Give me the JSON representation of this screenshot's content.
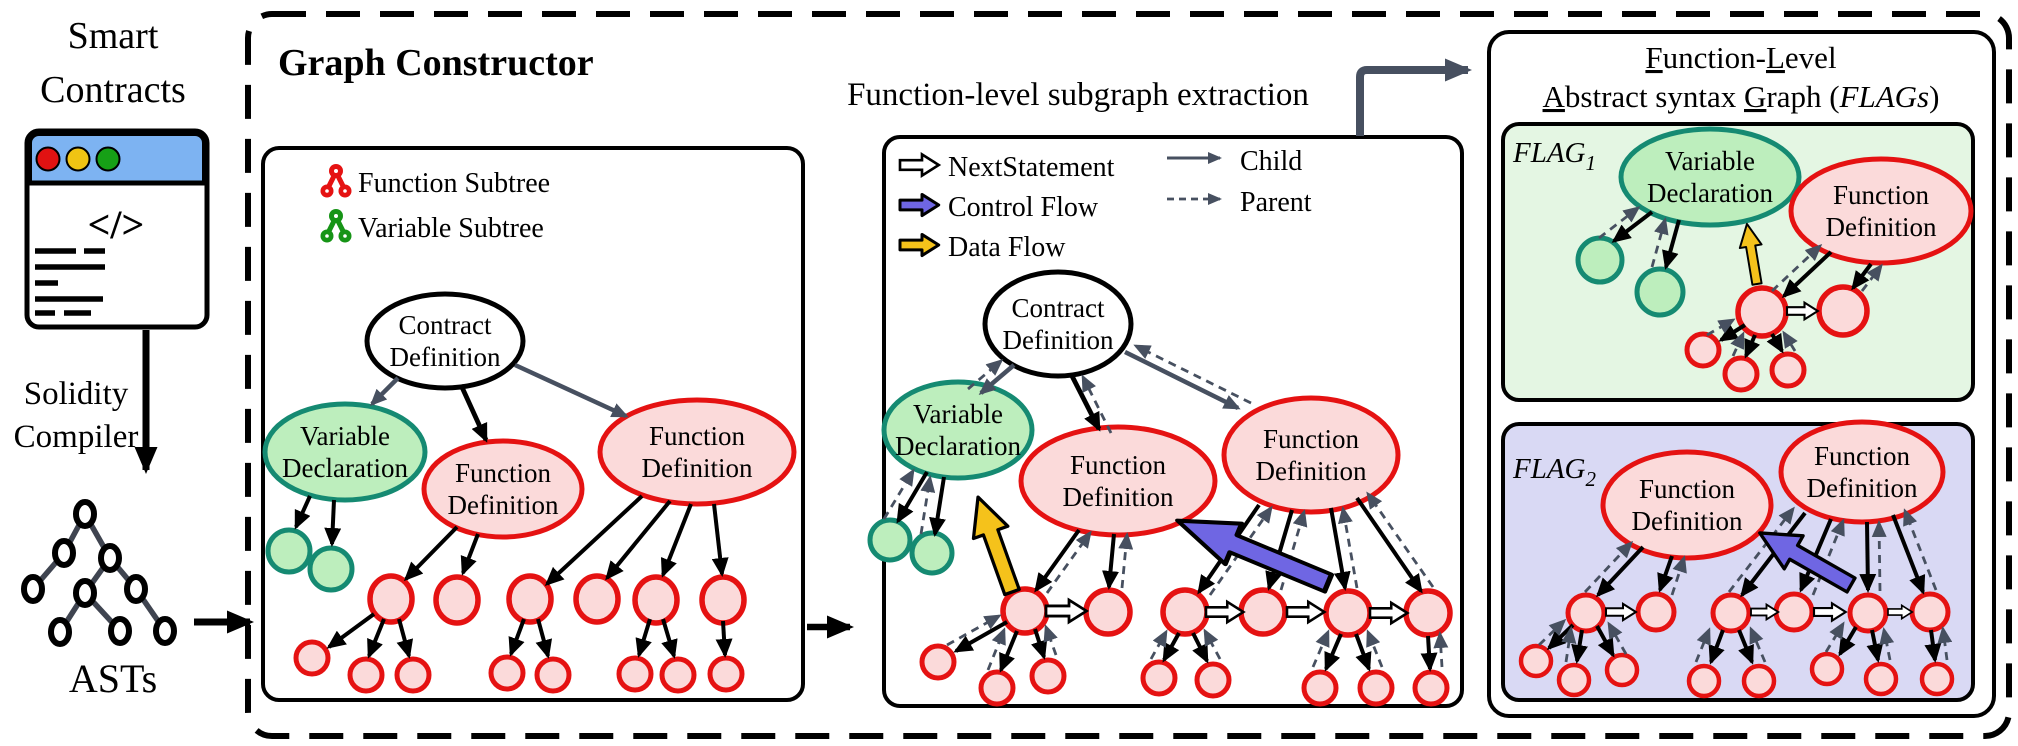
{
  "left": {
    "title_line1": "Smart",
    "title_line2": "Contracts",
    "code_icon": "</>",
    "compiler_line1": "Solidity",
    "compiler_line2": "Compiler",
    "asts_label": "ASTs"
  },
  "gc": {
    "title": "Graph Constructor",
    "legend": {
      "function_subtree": "Function Subtree",
      "variable_subtree": "Variable Subtree"
    }
  },
  "ex": {
    "title": "Function-level subgraph extraction",
    "legend": {
      "next_statement": "NextStatement",
      "control_flow": "Control Flow",
      "data_flow": "Data Flow",
      "child": "Child",
      "parent": "Parent"
    }
  },
  "nodes": {
    "contract_l1": "Contract",
    "contract_l2": "Definition",
    "variable_l1": "Variable",
    "variable_l2": "Declaration",
    "function_l1": "Function",
    "function_l2": "Definition"
  },
  "flags": {
    "title1_u1": "F",
    "title1_m1": "unction-",
    "title1_u2": "L",
    "title1_m2": "evel",
    "title2_u1": "A",
    "title2_m1": "bstract syntax ",
    "title2_u2": "G",
    "title2_m2": "raph (",
    "title2_it": "FLAGs",
    "title2_end": ")",
    "flag1_name": "FLAG",
    "flag1_sub": "1",
    "flag2_name": "FLAG",
    "flag2_sub": "2"
  },
  "colors": {
    "function_red": "#e51212",
    "function_fill": "#fbdada",
    "variable_teal": "#158a72",
    "variable_fill": "#bdeebd",
    "flag1_bg": "#e4f6e3",
    "flag2_bg": "#d9d9f4",
    "control_flow_blue": "#6f66e3",
    "data_flow_gold": "#f5c21b",
    "edge_slate": "#475060",
    "browser_header_blue": "#7db3f2"
  }
}
